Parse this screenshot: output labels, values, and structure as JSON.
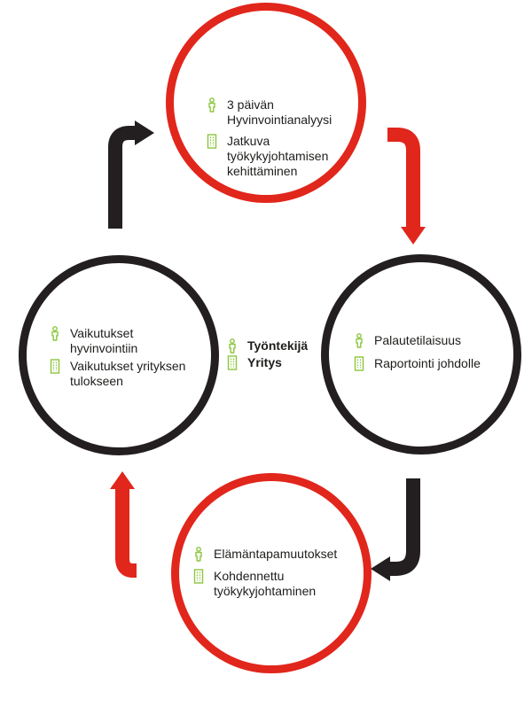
{
  "colors": {
    "red": "#e1261c",
    "black": "#231f20",
    "icon_green": "#8cc63f"
  },
  "icons": {
    "person": "person-icon",
    "company": "building-icon"
  },
  "circles": {
    "top": {
      "color": "red",
      "items": [
        {
          "icon": "person",
          "text": "3 päivän\nHyvinvointianalyysi"
        },
        {
          "icon": "company",
          "text": "Jatkuva\ntyökykyjohtamisen\nkehittäminen"
        }
      ]
    },
    "right": {
      "color": "black",
      "items": [
        {
          "icon": "person",
          "text": "Palautetilaisuus"
        },
        {
          "icon": "company",
          "text": "Raportointi johdolle"
        }
      ]
    },
    "bottom": {
      "color": "red",
      "items": [
        {
          "icon": "person",
          "text": "Elämäntapamuutokset"
        },
        {
          "icon": "company",
          "text": "Kohdennettu\ntyökykyjohtaminen"
        }
      ]
    },
    "left": {
      "color": "black",
      "items": [
        {
          "icon": "person",
          "text": "Vaikutukset\nhyvinvointiin"
        },
        {
          "icon": "company",
          "text": "Vaikutukset yrityksen\ntulokseen"
        }
      ]
    }
  },
  "legend": [
    {
      "icon": "person",
      "label": "Työntekijä"
    },
    {
      "icon": "company",
      "label": "Yritys"
    }
  ]
}
